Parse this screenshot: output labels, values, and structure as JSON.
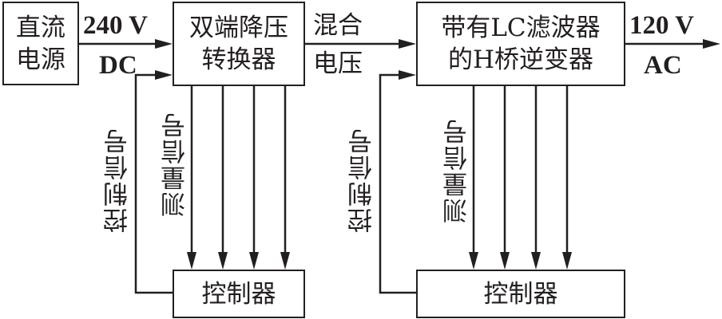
{
  "blocks": {
    "dc_source": "直流\n电源",
    "buck_converter": "双端降压\n转换器",
    "inverter": "带有LC滤波器\n的H桥逆变器",
    "controller_1": "控制器",
    "controller_2": "控制器"
  },
  "labels": {
    "input_voltage": "240 V",
    "input_type": "DC",
    "mixed_voltage_1": "混合",
    "mixed_voltage_2": "电压",
    "output_voltage": "120 V",
    "output_type": "AC",
    "control_signal_1": "控制信号",
    "measure_signal_1": "测量信号",
    "control_signal_2": "控制信号",
    "measure_signal_2": "测量信号"
  },
  "colors": {
    "stroke": "#231f20"
  }
}
